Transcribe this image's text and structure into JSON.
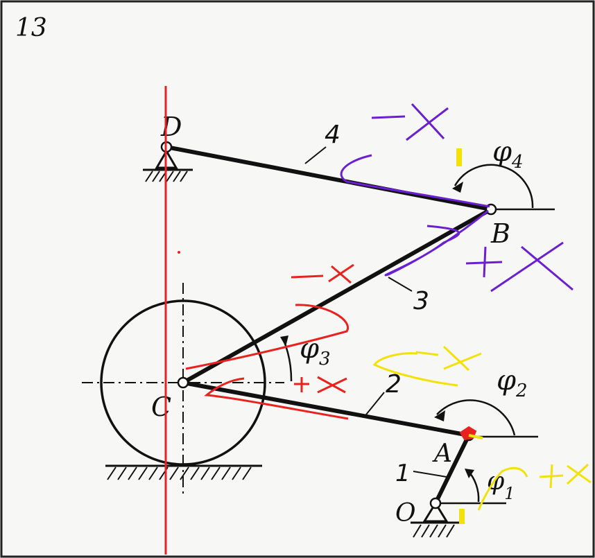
{
  "figure_number": "13",
  "points": {
    "D": "D",
    "B": "B",
    "C": "C",
    "A": "A",
    "O": "O"
  },
  "links": {
    "link1": "1",
    "link2": "2",
    "link3": "3",
    "link4": "4"
  },
  "angles": {
    "phi1_symbol": "φ",
    "phi1_index": "1",
    "phi2_symbol": "φ",
    "phi2_index": "2",
    "phi3_symbol": "φ",
    "phi3_index": "3",
    "phi4_symbol": "φ",
    "phi4_index": "4"
  },
  "annotations": {
    "purple_top": "-X",
    "purple_right": "+X",
    "red_mid": "-X",
    "red_low": "+X",
    "yellow_mid": "-X",
    "yellow_low": "+X"
  },
  "colors": {
    "ink": "#111111",
    "red": "#e8231f",
    "purple": "#6a1fd0",
    "yellow": "#f2e20a"
  }
}
